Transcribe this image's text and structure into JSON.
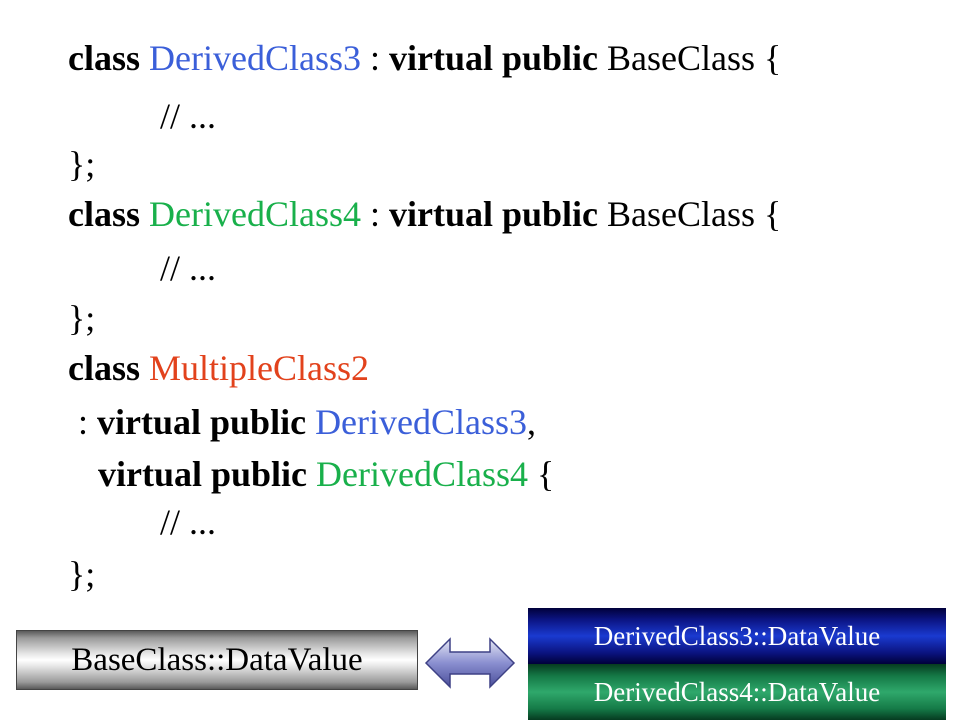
{
  "code": {
    "l1": {
      "kw1": "class",
      "name": "DerivedClass3",
      "sep": " : ",
      "kw2": "virtual public",
      "base": "BaseClass {"
    },
    "l2": {
      "comment": "// ..."
    },
    "l3": {
      "close": "};"
    },
    "l4": {
      "kw1": "class",
      "name": "DerivedClass4",
      "sep": " : ",
      "kw2": "virtual public",
      "base": "BaseClass {"
    },
    "l5": {
      "comment": "// ..."
    },
    "l6": {
      "close": "};"
    },
    "l7": {
      "kw1": "class",
      "name": "MultipleClass2"
    },
    "l8": {
      "sep": ": ",
      "kw": "virtual public",
      "name": "DerivedClass3",
      "tail": ","
    },
    "l9": {
      "kw": "virtual public",
      "name": "DerivedClass4",
      "tail": " {"
    },
    "l10": {
      "comment": "// ..."
    },
    "l11": {
      "close": "};"
    }
  },
  "diagram": {
    "base_label": "BaseClass::DataValue",
    "derived_top": "DerivedClass3::DataValue",
    "derived_bottom": "DerivedClass4::DataValue"
  },
  "colors": {
    "derived3": "#3b5fd9",
    "multiple": "#e2421c",
    "derived4": "#19b04b",
    "arrow": "#5b5fa8"
  },
  "icons": {
    "arrow": "double-headed-arrow-icon"
  }
}
